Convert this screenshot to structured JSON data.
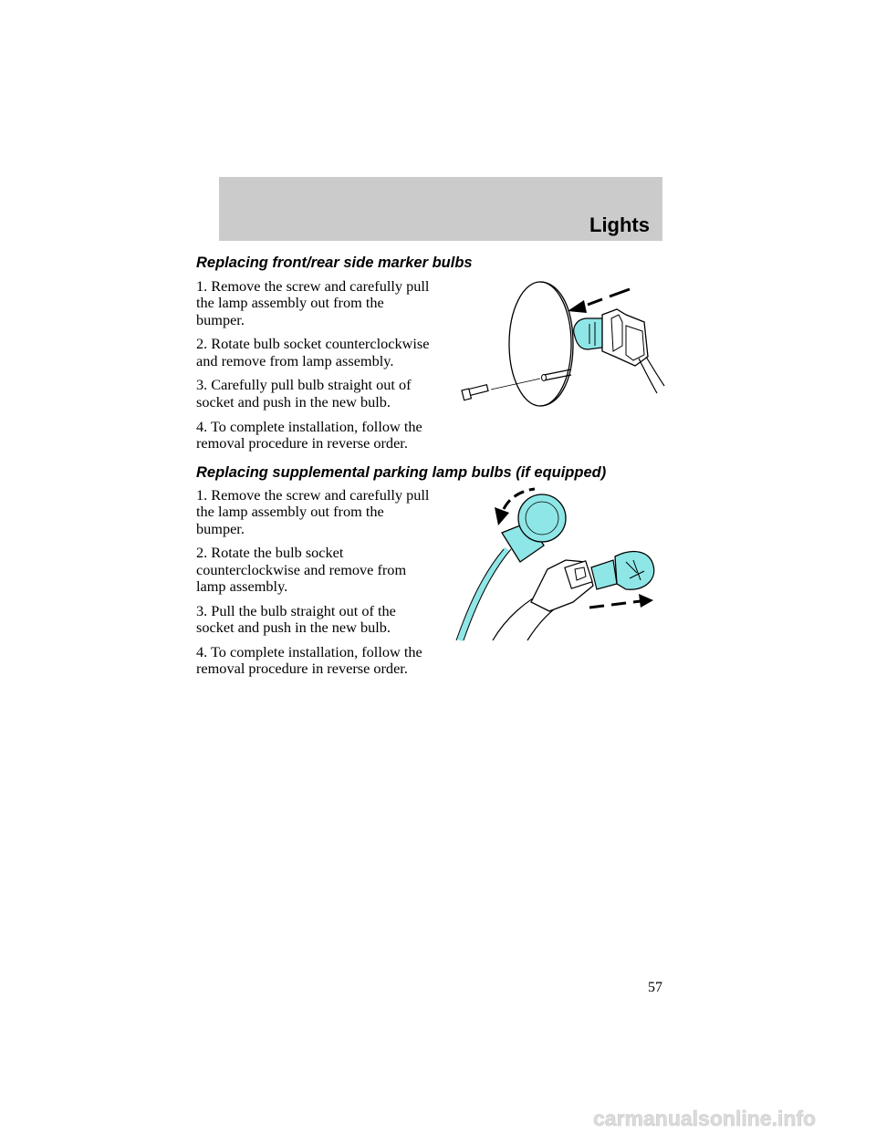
{
  "header": {
    "section_title": "Lights"
  },
  "sections": [
    {
      "heading": "Replacing front/rear side marker bulbs",
      "steps": [
        "1. Remove the screw and carefully pull the lamp assembly out from the bumper.",
        "2. Rotate bulb socket counterclockwise and remove from lamp assembly.",
        "3. Carefully pull bulb straight out of socket and push in the new bulb.",
        "4. To complete installation, follow the removal procedure in reverse order."
      ]
    },
    {
      "heading": "Replacing supplemental parking lamp bulbs (if equipped)",
      "steps": [
        "1. Remove the screw and carefully pull the lamp assembly out from the bumper.",
        "2. Rotate the bulb socket counterclockwise and remove from lamp assembly.",
        "3. Pull the bulb straight out of the socket and push in the new bulb.",
        "4. To complete installation, follow the removal procedure in reverse order."
      ]
    }
  ],
  "page_number": "57",
  "watermark": "carmanualsonline.info",
  "colors": {
    "header_band": "#cbcbcb",
    "bulb_highlight": "#8fe6e6"
  }
}
